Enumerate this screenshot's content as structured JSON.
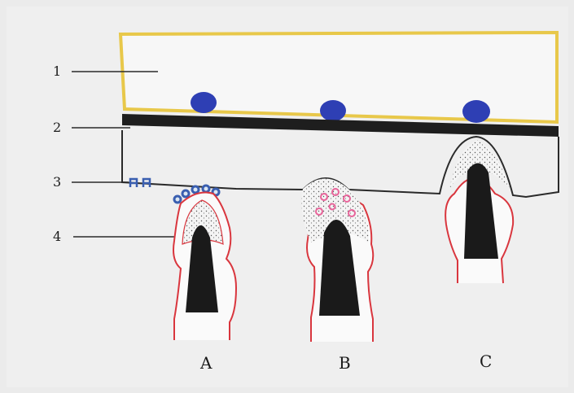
{
  "labels": {
    "n1": "1",
    "n2": "2",
    "n3": "3",
    "n4": "4",
    "a": "A",
    "b": "B",
    "c": "C"
  },
  "colors": {
    "background": "#ebebeb",
    "layer_fill": "#f7f7f7",
    "layer_outline": "#e8c84a",
    "band": "#1e1e1e",
    "nucleus": "#2e3fb4",
    "outline_red": "#d9363e",
    "pink_cell": "#e8649a",
    "dark_core": "#1a1a1a",
    "blue_cell": "#3a5fb0"
  }
}
